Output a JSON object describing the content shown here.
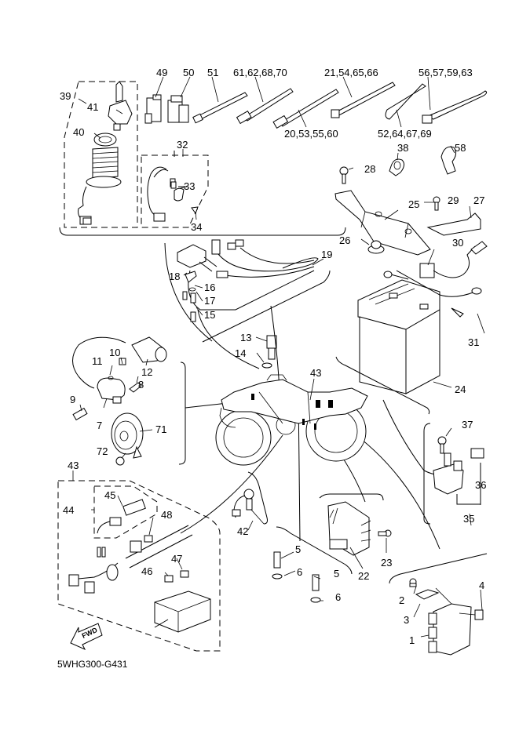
{
  "diagram": {
    "title": "Electrical parts exploded view",
    "drawing_code": "5WHG300-G431",
    "direction_badge": "FWD",
    "callouts": [
      {
        "id": "c49",
        "text": "49"
      },
      {
        "id": "c50",
        "text": "50"
      },
      {
        "id": "c51",
        "text": "51"
      },
      {
        "id": "c61",
        "text": "61,62,68,70"
      },
      {
        "id": "c21",
        "text": "21,54,65,66"
      },
      {
        "id": "c56",
        "text": "56,57,59,63"
      },
      {
        "id": "c20",
        "text": "20,53,55,60"
      },
      {
        "id": "c52",
        "text": "52,64,67,69"
      },
      {
        "id": "c39",
        "text": "39"
      },
      {
        "id": "c41",
        "text": "41"
      },
      {
        "id": "c40",
        "text": "40"
      },
      {
        "id": "c32",
        "text": "32"
      },
      {
        "id": "c33",
        "text": "33"
      },
      {
        "id": "c34",
        "text": "34"
      },
      {
        "id": "c38",
        "text": "38"
      },
      {
        "id": "c58",
        "text": "58"
      },
      {
        "id": "c28",
        "text": "28"
      },
      {
        "id": "c25",
        "text": "25"
      },
      {
        "id": "c29",
        "text": "29"
      },
      {
        "id": "c27",
        "text": "27"
      },
      {
        "id": "c26",
        "text": "26"
      },
      {
        "id": "c30",
        "text": "30"
      },
      {
        "id": "c19",
        "text": "19"
      },
      {
        "id": "c18",
        "text": "18"
      },
      {
        "id": "c16",
        "text": "16"
      },
      {
        "id": "c17",
        "text": "17"
      },
      {
        "id": "c15",
        "text": "15"
      },
      {
        "id": "c13",
        "text": "13"
      },
      {
        "id": "c14",
        "text": "14"
      },
      {
        "id": "c31",
        "text": "31"
      },
      {
        "id": "c24",
        "text": "24"
      },
      {
        "id": "c10",
        "text": "10"
      },
      {
        "id": "c11",
        "text": "11"
      },
      {
        "id": "c12",
        "text": "12"
      },
      {
        "id": "c9",
        "text": "9"
      },
      {
        "id": "c8",
        "text": "8"
      },
      {
        "id": "c7",
        "text": "7"
      },
      {
        "id": "c71",
        "text": "71"
      },
      {
        "id": "c72",
        "text": "72"
      },
      {
        "id": "c43a",
        "text": "43"
      },
      {
        "id": "c43b",
        "text": "43"
      },
      {
        "id": "c37",
        "text": "37"
      },
      {
        "id": "c36",
        "text": "36"
      },
      {
        "id": "c35",
        "text": "35"
      },
      {
        "id": "c44",
        "text": "44"
      },
      {
        "id": "c45",
        "text": "45"
      },
      {
        "id": "c48",
        "text": "48"
      },
      {
        "id": "c47",
        "text": "47"
      },
      {
        "id": "c46",
        "text": "46"
      },
      {
        "id": "c42",
        "text": "42"
      },
      {
        "id": "c5a",
        "text": "5"
      },
      {
        "id": "c6a",
        "text": "6"
      },
      {
        "id": "c5b",
        "text": "5"
      },
      {
        "id": "c6b",
        "text": "6"
      },
      {
        "id": "c23",
        "text": "23"
      },
      {
        "id": "c22",
        "text": "22"
      },
      {
        "id": "c2",
        "text": "2"
      },
      {
        "id": "c4",
        "text": "4"
      },
      {
        "id": "c3",
        "text": "3"
      },
      {
        "id": "c1",
        "text": "1"
      }
    ]
  }
}
